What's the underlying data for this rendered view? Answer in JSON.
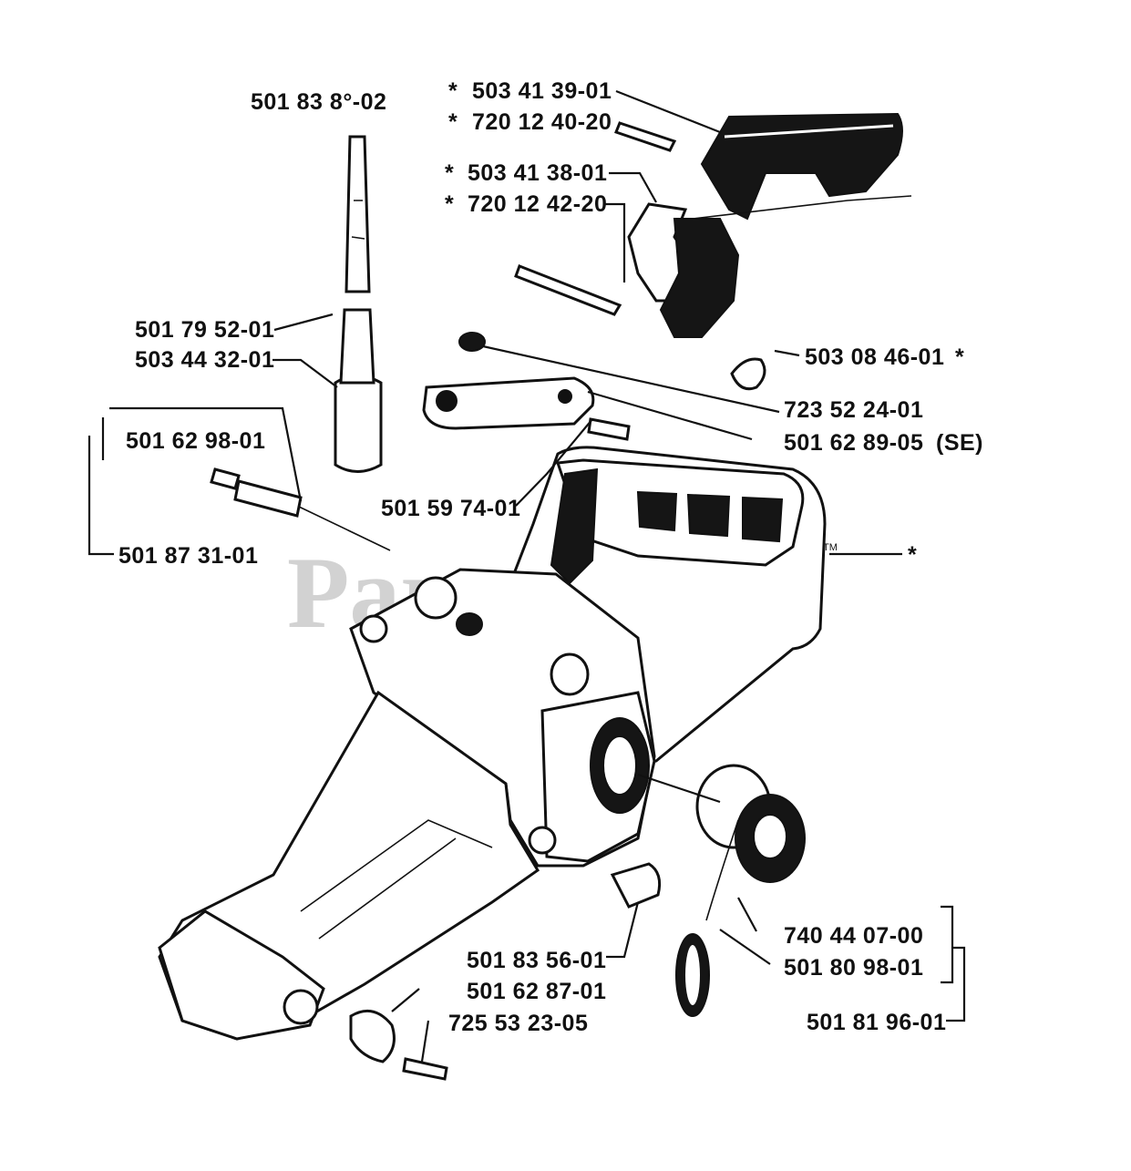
{
  "watermark": "PartsTree",
  "watermark_tm": "TM",
  "labels": {
    "p501838902": "501 83 8°-02",
    "p503413901": "503 41 39-01",
    "p720124020": "720 12 40-20",
    "p503413801": "503 41 38-01",
    "p720124220": "720 12 42-20",
    "p501795201": "501 79 52-01",
    "p503443201": "503 44 32-01",
    "p503084601": "503 08 46-01",
    "p723522401": "723 52 24-01",
    "p501628905": "501 62 89-05",
    "p501628905_suffix": "(SE)",
    "p501629801": "501 62 98-01",
    "p501597401": "501 59 74-01",
    "p501873101": "501 87 31-01",
    "p740440700": "740 44 07-00",
    "p501809801": "501 80 98-01",
    "p501835601": "501 83 56-01",
    "p501628701": "501 62 87-01",
    "p725532305": "725 53 23-05",
    "p501819601": "501 81 96-01",
    "asterisk": "*"
  }
}
